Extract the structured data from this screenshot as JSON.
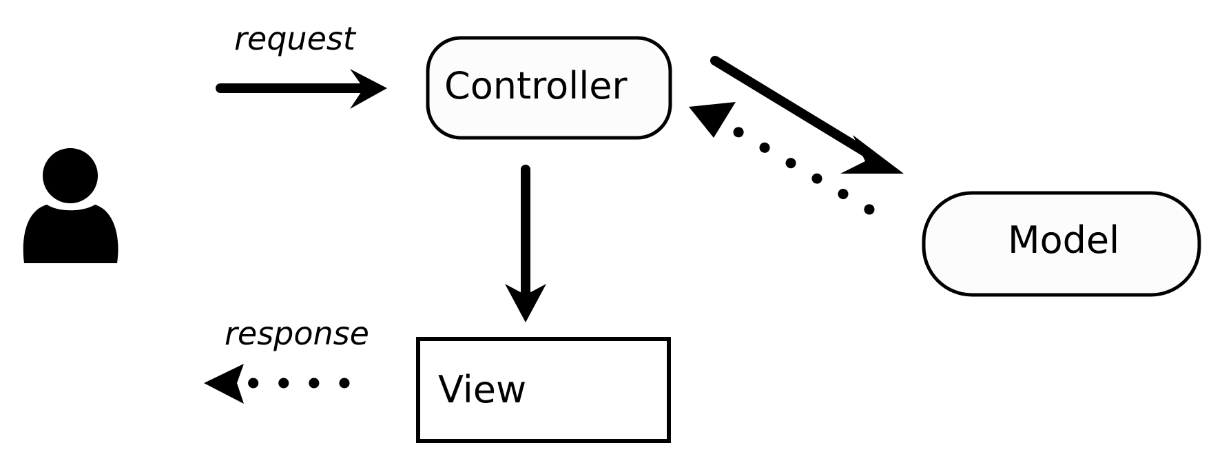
{
  "nodes": {
    "controller": "Controller",
    "model": "Model",
    "view": "View"
  },
  "edges": {
    "request": "request",
    "response": "response"
  },
  "icons": {
    "user": "user-icon"
  },
  "colors": {
    "stroke": "#000000",
    "background": "#ffffff"
  }
}
